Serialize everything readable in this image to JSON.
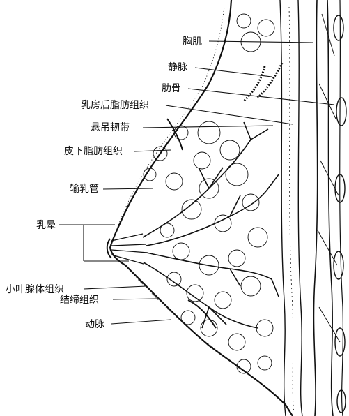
{
  "labels": {
    "pectoralis": "胸肌",
    "vein": "静脉",
    "rib": "肋骨",
    "retromammary_fat": "乳房后脂肪组织",
    "suspensory_ligament": "悬吊韧带",
    "subcutaneous_fat": "皮下脂肪组织",
    "lactiferous_duct": "输乳管",
    "areola": "乳晕",
    "lobule_gland": "小叶腺体组织",
    "connective_tissue": "结缔组织",
    "artery": "动脉"
  }
}
